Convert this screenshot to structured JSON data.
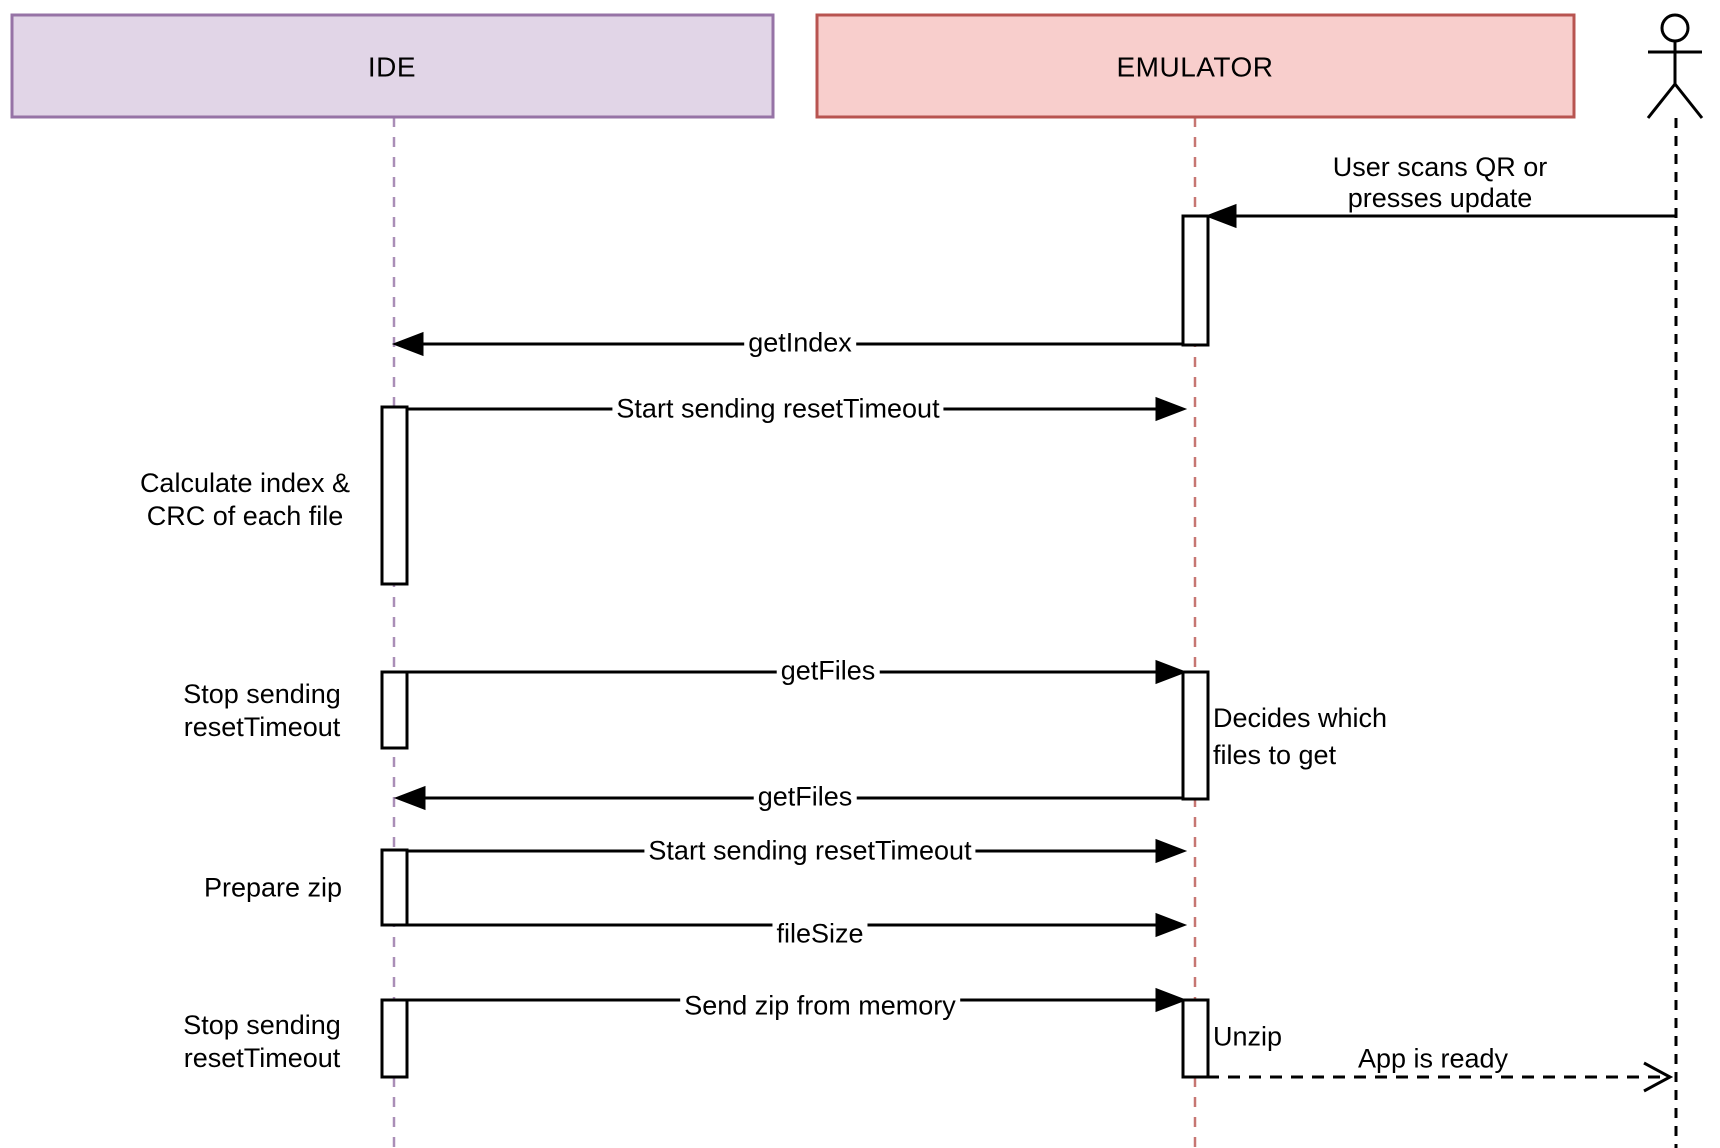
{
  "participants": [
    {
      "label": "IDE",
      "fill": "#e1d5e7",
      "stroke": "#9673a6"
    },
    {
      "label": "EMULATOR",
      "fill": "#f8cecc",
      "stroke": "#b85450"
    }
  ],
  "actor": {
    "icon": "stick-figure-actor"
  },
  "colors": {
    "message_line": "#000000",
    "activation_fill": "#ffffff",
    "activation_stroke": "#000000",
    "actor_stroke": "#000000"
  },
  "messages": [
    {
      "from": "Actor",
      "to": "EMULATOR",
      "style": "solid",
      "label_line1": "User scans QR or",
      "label_line2": "presses update"
    },
    {
      "from": "EMULATOR",
      "to": "IDE",
      "style": "solid",
      "label": "getIndex"
    },
    {
      "from": "IDE",
      "to": "EMULATOR",
      "style": "solid",
      "label": "Start sending resetTimeout"
    },
    {
      "from": "IDE",
      "to": "EMULATOR",
      "style": "solid",
      "label": "getFiles"
    },
    {
      "from": "EMULATOR",
      "to": "IDE",
      "style": "solid",
      "label": "getFiles"
    },
    {
      "from": "IDE",
      "to": "EMULATOR",
      "style": "solid",
      "label": "Start sending resetTimeout"
    },
    {
      "from": "IDE",
      "to": "EMULATOR",
      "style": "solid",
      "label": "fileSize"
    },
    {
      "from": "IDE",
      "to": "EMULATOR",
      "style": "solid",
      "label": "Send zip from memory"
    },
    {
      "from": "EMULATOR",
      "to": "Actor",
      "style": "dashed",
      "label": "App is ready"
    }
  ],
  "notes": [
    {
      "side": "IDE",
      "line1": "Calculate index &",
      "line2": "CRC of each file"
    },
    {
      "side": "IDE",
      "line1": "Stop sending",
      "line2": "resetTimeout"
    },
    {
      "side": "EMULATOR",
      "line1": "Decides which",
      "line2": "files to get"
    },
    {
      "side": "IDE",
      "line1": "Prepare zip"
    },
    {
      "side": "IDE",
      "line1": "Stop sending",
      "line2": "resetTimeout"
    },
    {
      "side": "EMULATOR",
      "line1": "Unzip"
    }
  ]
}
